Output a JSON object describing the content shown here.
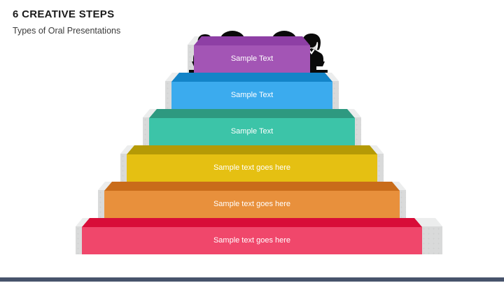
{
  "slide": {
    "title": "6 CREATIVE STEPS",
    "subtitle": "Types of Oral Presentations"
  },
  "colors": {
    "accent_purple": "#A355B5",
    "accent_blue": "#3BABEE",
    "accent_teal": "#3CC4A8",
    "accent_yellow": "#E5C012",
    "accent_orange": "#E8903C",
    "accent_pink": "#F0476B",
    "bottom_bar": "#47536B",
    "stair_face": "#D9DADA",
    "stair_top": "#ECEDED"
  },
  "steps": [
    {
      "index": 1,
      "label": "Sample Text",
      "face": "#A355B5",
      "top": "#8E3FA5"
    },
    {
      "index": 2,
      "label": "Sample Text",
      "face": "#3BABEE",
      "top": "#1384C8"
    },
    {
      "index": 3,
      "label": "Sample Text",
      "face": "#3CC4A8",
      "top": "#2E9980"
    },
    {
      "index": 4,
      "label": "Sample text goes here",
      "face": "#E5C012",
      "top": "#B59A06"
    },
    {
      "index": 5,
      "label": "Sample text goes here",
      "face": "#E8903C",
      "top": "#C96C1A"
    },
    {
      "index": 6,
      "label": "Sample text goes here",
      "face": "#F0476B",
      "top": "#D80D38"
    }
  ],
  "speakers": [
    {
      "id": "left",
      "icon": "male-presenter-podium-icon",
      "bubble": "speech-bubble-icon"
    },
    {
      "id": "right",
      "icon": "female-presenter-podium-icon",
      "bubble": "speech-bubble-icon"
    }
  ]
}
